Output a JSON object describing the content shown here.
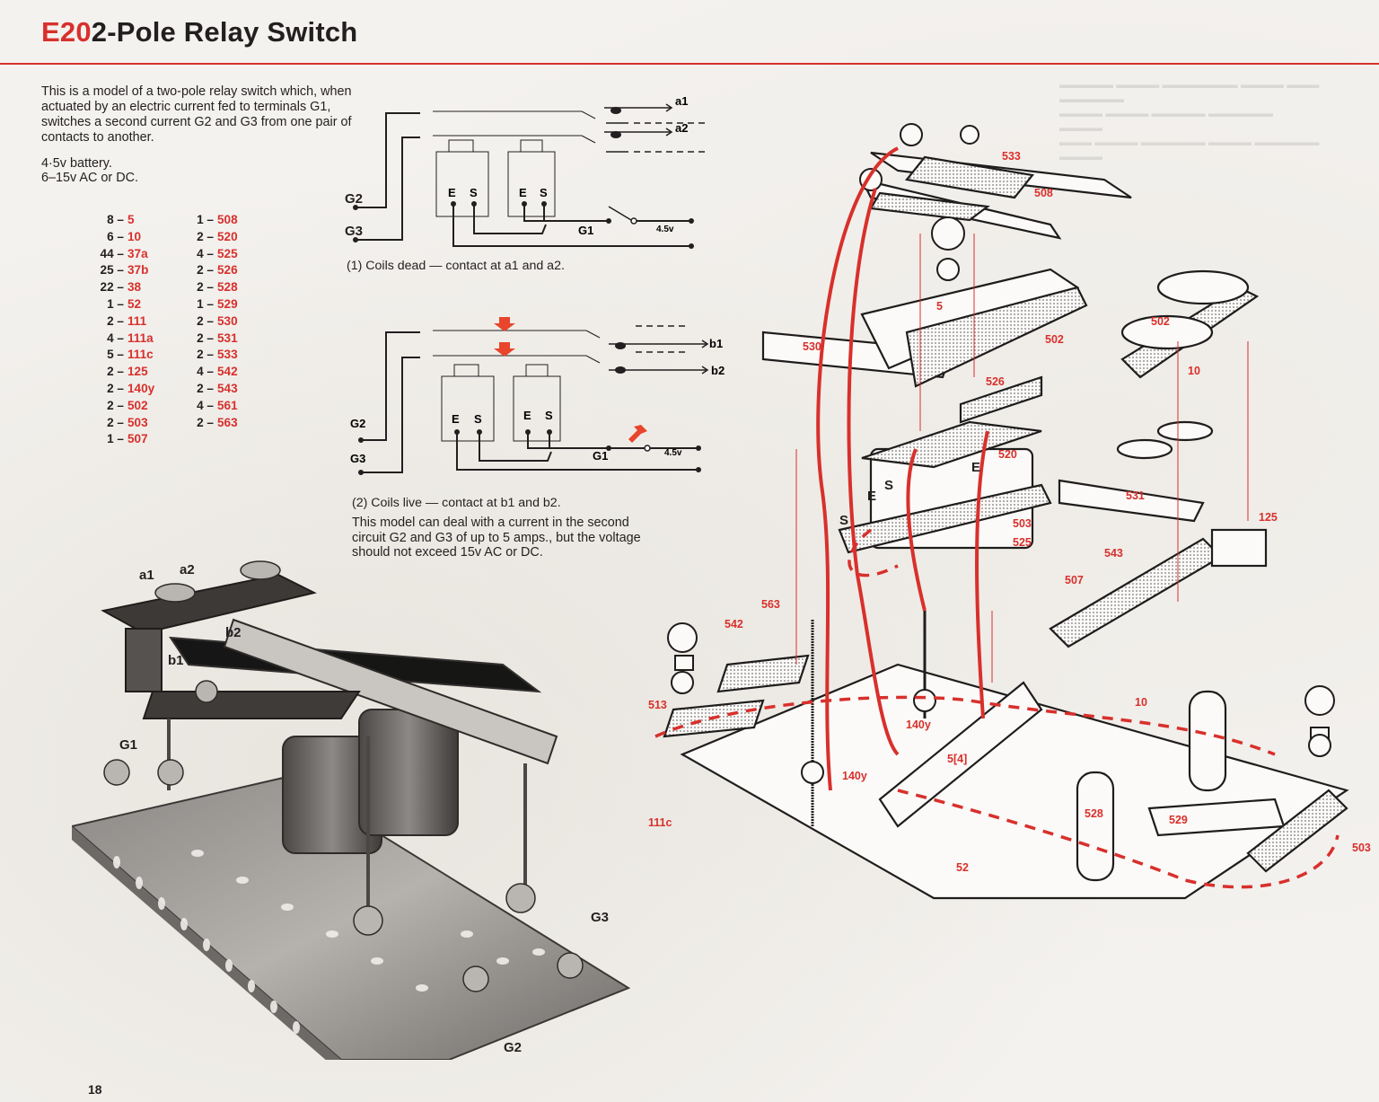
{
  "title": {
    "code": "E20",
    "text": "2-Pole Relay Switch"
  },
  "intro": "This is a model of a two-pole relay switch which, when actuated by an electric current fed to terminals G1, switches a second current G2 and G3 from one pair of contacts to another.",
  "power": {
    "battery": "4·5v battery.",
    "mains": "6–15v AC or DC."
  },
  "parts_list": {
    "column1": [
      {
        "qty": "8",
        "part": "5"
      },
      {
        "qty": "6",
        "part": "10"
      },
      {
        "qty": "44",
        "part": "37a"
      },
      {
        "qty": "25",
        "part": "37b"
      },
      {
        "qty": "22",
        "part": "38"
      },
      {
        "qty": "1",
        "part": "52"
      },
      {
        "qty": "2",
        "part": "111"
      },
      {
        "qty": "4",
        "part": "111a"
      },
      {
        "qty": "5",
        "part": "111c"
      },
      {
        "qty": "2",
        "part": "125"
      },
      {
        "qty": "2",
        "part": "140y"
      },
      {
        "qty": "2",
        "part": "502"
      },
      {
        "qty": "2",
        "part": "503"
      },
      {
        "qty": "1",
        "part": "507"
      }
    ],
    "column2": [
      {
        "qty": "1",
        "part": "508"
      },
      {
        "qty": "2",
        "part": "520"
      },
      {
        "qty": "4",
        "part": "525"
      },
      {
        "qty": "2",
        "part": "526"
      },
      {
        "qty": "2",
        "part": "528"
      },
      {
        "qty": "1",
        "part": "529"
      },
      {
        "qty": "2",
        "part": "530"
      },
      {
        "qty": "2",
        "part": "531"
      },
      {
        "qty": "2",
        "part": "533"
      },
      {
        "qty": "4",
        "part": "542"
      },
      {
        "qty": "2",
        "part": "543"
      },
      {
        "qty": "4",
        "part": "561"
      },
      {
        "qty": "2",
        "part": "563"
      }
    ]
  },
  "diagram1": {
    "labels": {
      "g2": "G2",
      "g3": "G3",
      "g1": "G1",
      "voltage": "4.5v",
      "a1": "a1",
      "a2": "a2",
      "e": "E",
      "s": "S"
    },
    "caption": "(1) Coils dead — contact at a1 and a2."
  },
  "diagram2": {
    "labels": {
      "g2": "G2",
      "g3": "G3",
      "g1": "G1",
      "voltage": "4.5v",
      "b1": "b1",
      "b2": "b2",
      "e": "E",
      "s": "S"
    },
    "caption": "(2) Coils live — contact at b1 and b2."
  },
  "note": "This model can deal with a current in the second circuit G2 and G3 of up to 5 amps., but the voltage should not exceed 15v AC or DC.",
  "photo_labels": {
    "a1": "a1",
    "a2": "a2",
    "b1": "b1",
    "b2": "b2",
    "g1": "G1",
    "g2": "G2",
    "g3": "G3"
  },
  "exploded_labels": {
    "p533": "533",
    "p508": "508",
    "p5": "5",
    "p530": "530",
    "p502a": "502",
    "p526": "526",
    "p520": "520",
    "p502b": "502",
    "p10a": "10",
    "p531": "531",
    "p125": "125",
    "p503a": "503",
    "p525": "525",
    "p543": "543",
    "p507": "507",
    "p563": "563",
    "p542": "542",
    "p513": "513",
    "p140ya": "140y",
    "p140yb": "140y",
    "p111c": "111c",
    "p54": "5[4]",
    "p10b": "10",
    "p528": "528",
    "p529": "529",
    "p52": "52",
    "p503b": "503",
    "coil_e1": "E",
    "coil_s1": "S",
    "coil_e2": "E",
    "coil_s2": "S"
  },
  "page_number": "18",
  "colors": {
    "accent_red": "#d8302c",
    "ink": "#231f20",
    "paper": "#f4f2ef"
  }
}
